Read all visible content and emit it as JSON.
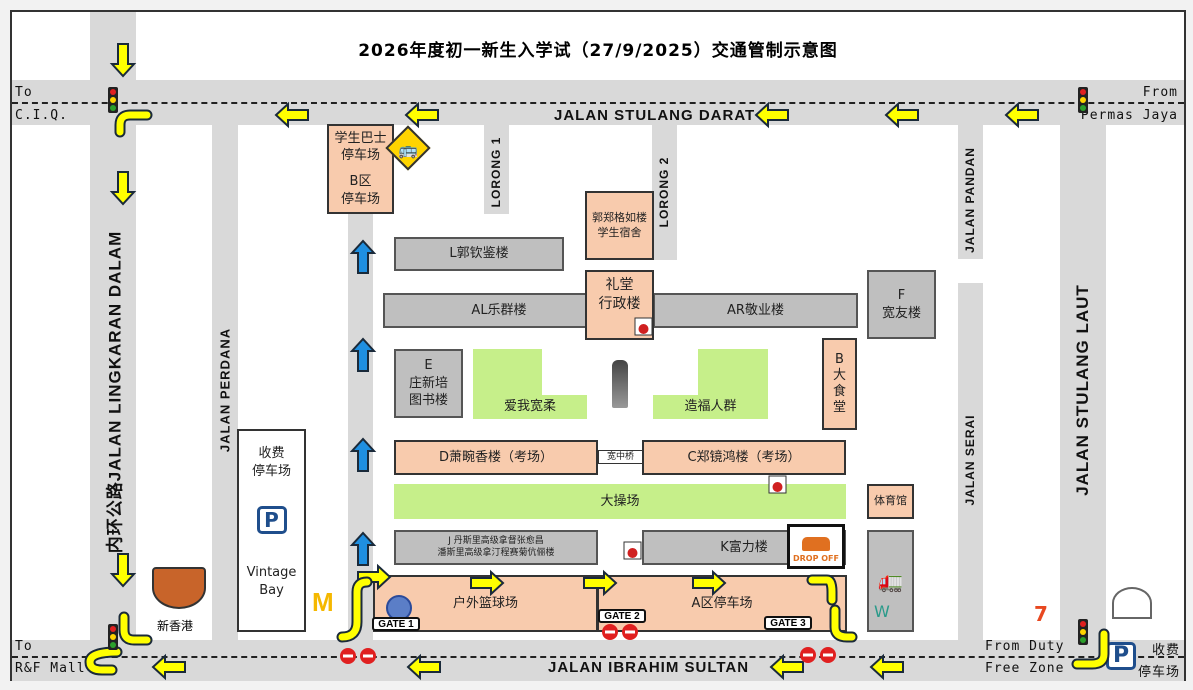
{
  "title": "2026年度初一新生入学试（27/9/2025）交通管制示意图",
  "roads": {
    "top": "JALAN STULANG DARAT",
    "bottom": "JALAN IBRAHIM SULTAN",
    "left": "内环公路JALAN LINGKARAN DALAM",
    "perdana": "JALAN PERDANA",
    "right": "JALAN STULANG LAUT",
    "serai": "JALAN SERAI",
    "pandan": "JALAN PANDAN",
    "lorong1": "LORONG 1",
    "lorong2": "LORONG 2"
  },
  "directions": {
    "top_left_1": "To",
    "top_left_2": "C.I.Q.",
    "top_right_1": "From",
    "top_right_2": "Permas Jaya",
    "bottom_left_1": "To",
    "bottom_left_2": "R&F Mall",
    "bottom_right_1": "From Duty",
    "bottom_right_2": "Free Zone",
    "paid_parking_1": "收费",
    "paid_parking_2": "停车场"
  },
  "buildings": {
    "bus_parking": [
      "学生巴士",
      "停车场"
    ],
    "b_parking": [
      "B区",
      "停车场"
    ],
    "L": "L郭钦鉴楼",
    "dorm": [
      "郭郑格如楼",
      "学生宿舍"
    ],
    "hall": [
      "礼堂",
      "行政楼"
    ],
    "AL": "AL乐群楼",
    "AR": "AR敬业楼",
    "F": [
      "F",
      "宽友楼"
    ],
    "E": [
      "E",
      "庄新培",
      "图书楼"
    ],
    "garden_left": "爱我宽柔",
    "garden_right": "造福人群",
    "B": [
      "B",
      "大",
      "食",
      "堂"
    ],
    "D": "D萧畹香楼（考场）",
    "bridge": "宽中桥",
    "C": "C郑镜鸿楼（考场）",
    "field": "大操场",
    "gym": "体育馆",
    "J": [
      "J  丹斯里高级拿督张愈昌",
      "潘斯里高级拿汀程赛菊伉俪楼"
    ],
    "K": "K富力楼",
    "court": "户外篮球场",
    "a_parking": "A区停车场",
    "paid_parking": [
      "收费",
      "停车场"
    ],
    "vintage": [
      "Vintage",
      "Bay"
    ],
    "xinxianggang": "新香港"
  },
  "gates": [
    "GATE 1",
    "GATE 2",
    "GATE 3"
  ],
  "drop_off": "DROP OFF",
  "parking_sign": "P",
  "colors": {
    "arrow": "#ffff00",
    "arrow_up": "#1f8fe0",
    "peach": "#f8cbad",
    "gray_building": "#bfbfbf",
    "green": "#c6ef8a",
    "road": "#d9d9d9",
    "no_entry": "#e02020",
    "parking_blue": "#1f4e8c"
  }
}
